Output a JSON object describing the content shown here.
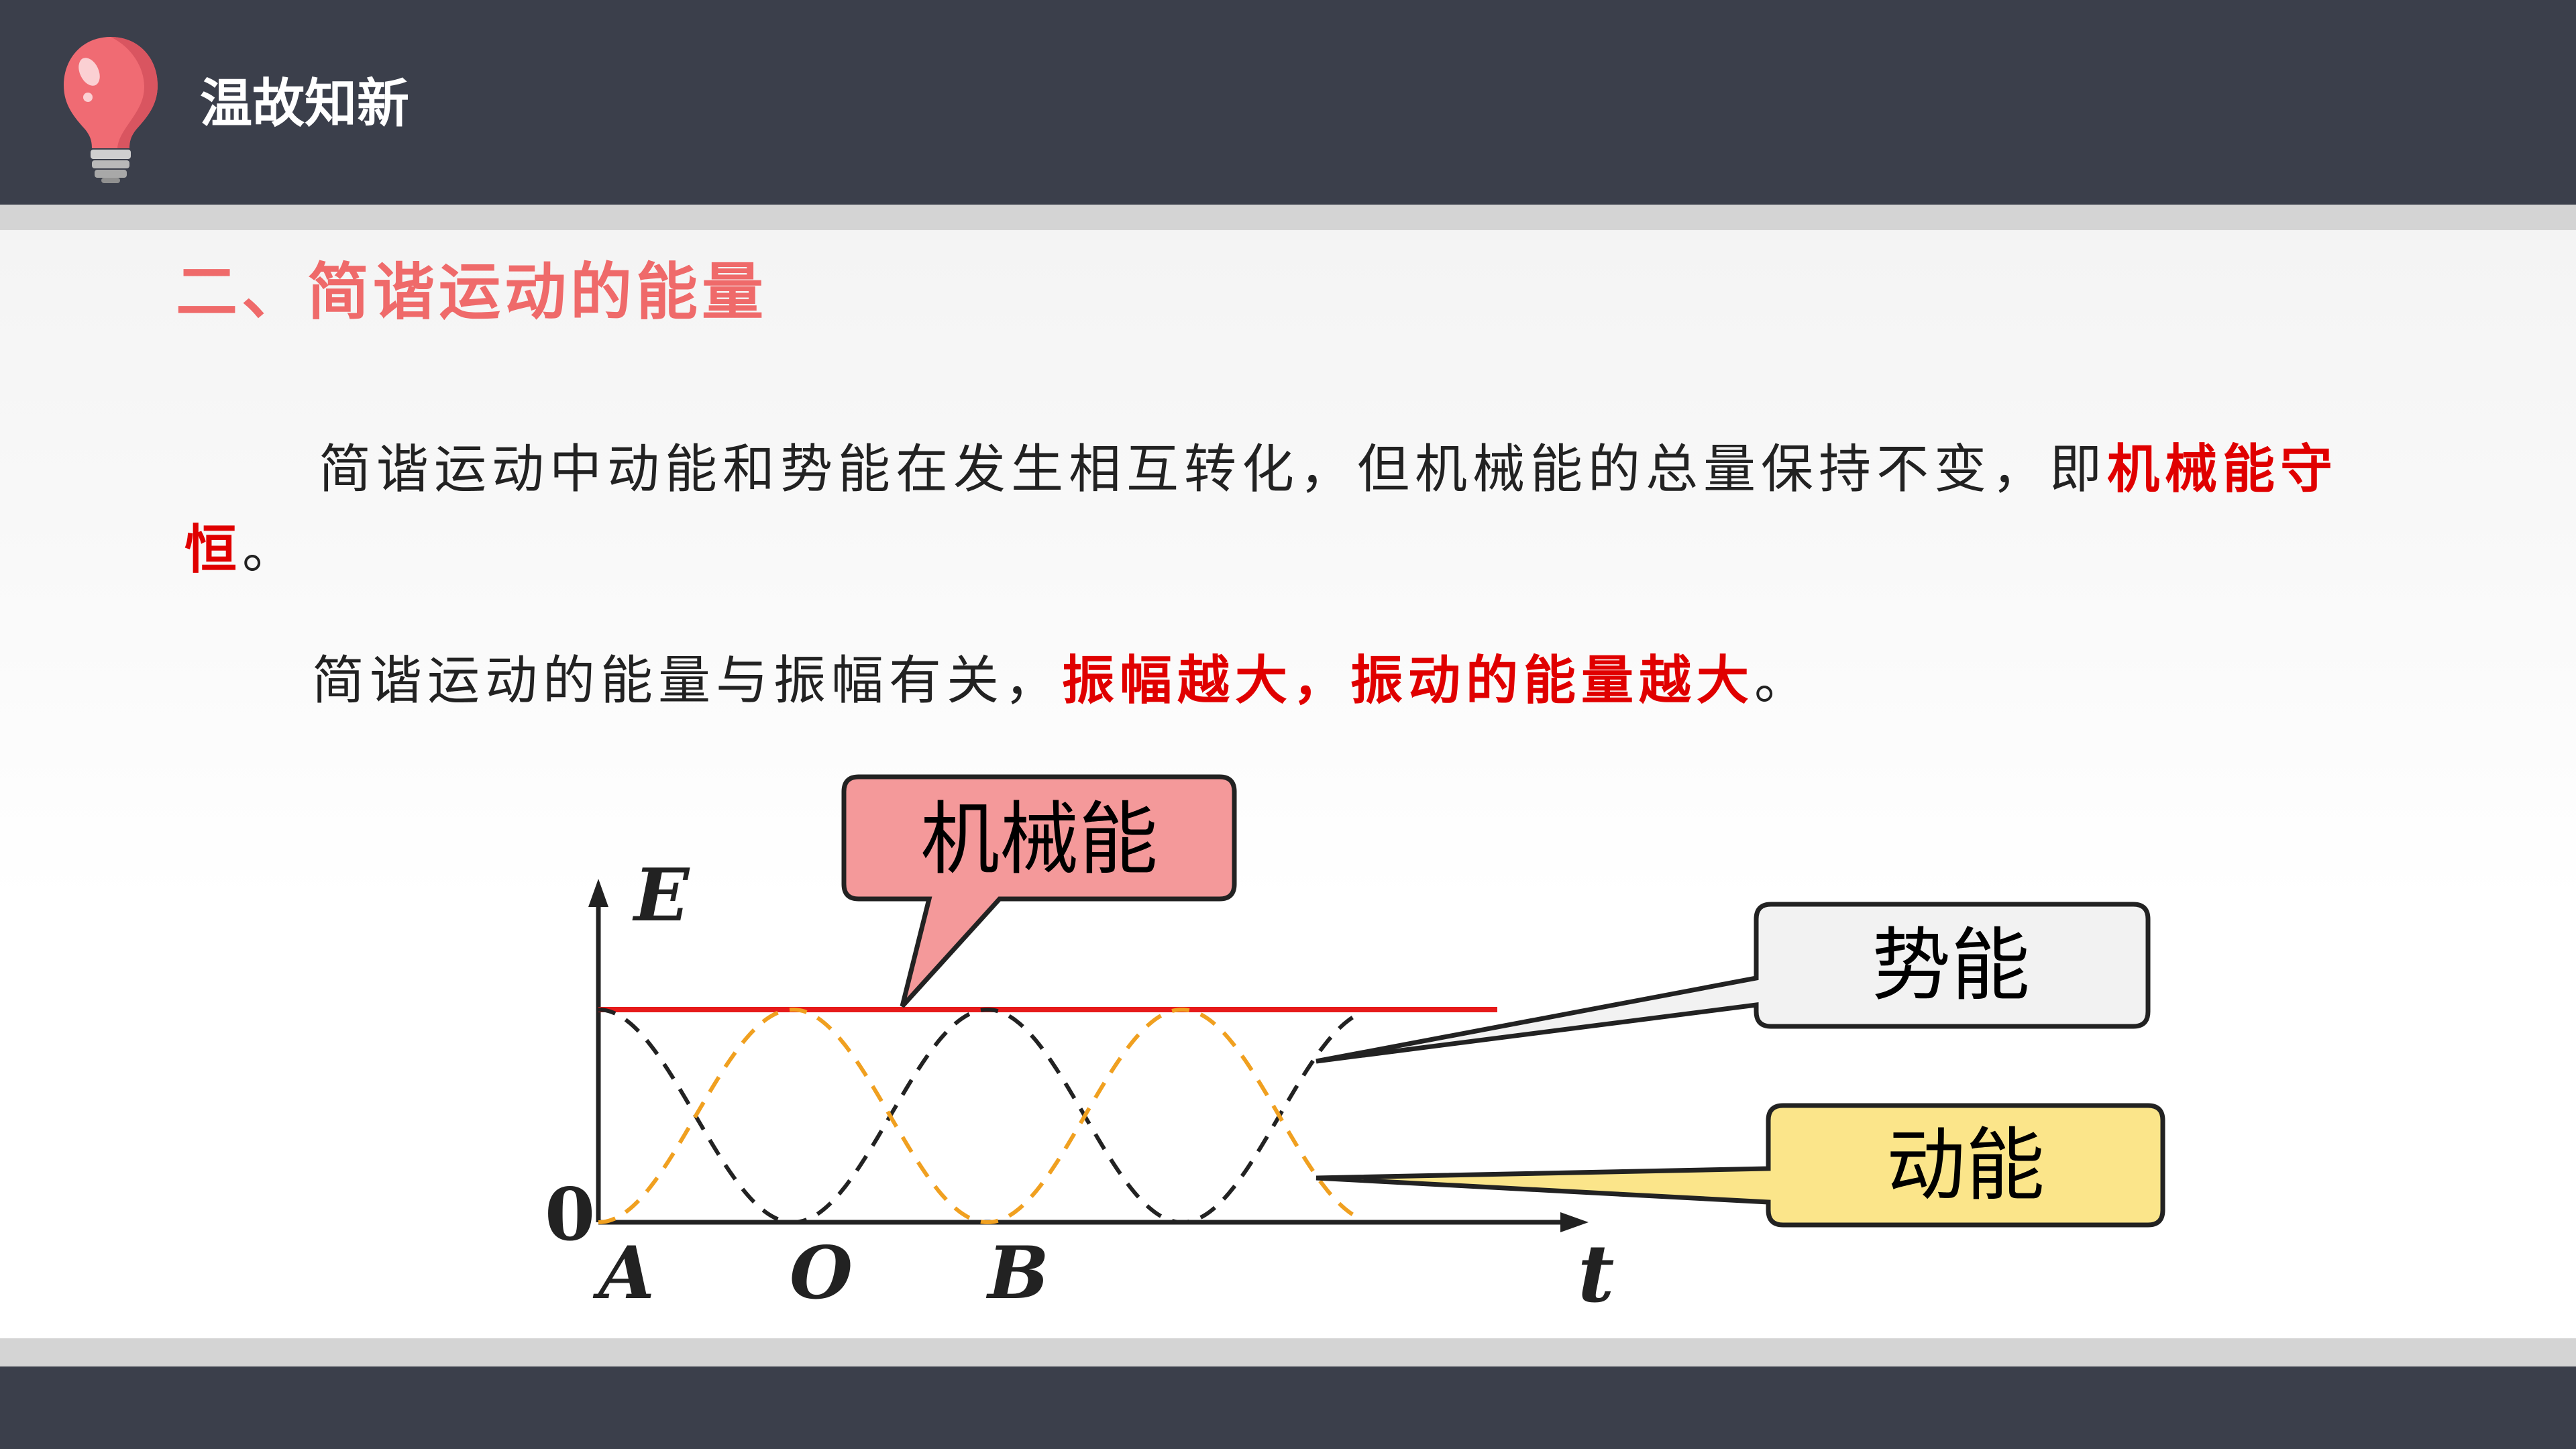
{
  "header": {
    "title": "温故知新",
    "icon": "lightbulb-icon"
  },
  "section": {
    "title": "二、简谐运动的能量"
  },
  "paragraph1": {
    "text": "简谐运动中动能和势能在发生相互转化，但机械能的总量保持不变，即",
    "highlight": "机械能守恒",
    "end": "。"
  },
  "paragraph2": {
    "text": "简谐运动的能量与振幅有关，",
    "highlight": "振幅越大，振动的能量越大",
    "end": "。"
  },
  "diagram": {
    "y_axis_label": "E",
    "origin_label": "0",
    "x_axis_label": "t",
    "points": [
      "A",
      "O",
      "B"
    ],
    "callouts": {
      "mechanical": "机械能",
      "potential": "势能",
      "kinetic": "动能"
    },
    "colors": {
      "mechanical": "#e61a1a",
      "potential": "#222222",
      "kinetic": "#f0a020",
      "mechanical_fill": "#f4999a",
      "potential_fill": "#f2f2f2",
      "kinetic_fill": "#fbe58a"
    }
  },
  "colors": {
    "bar": "#3b3f4b",
    "section_title": "#ef6a6a",
    "highlight": "#e00000"
  }
}
